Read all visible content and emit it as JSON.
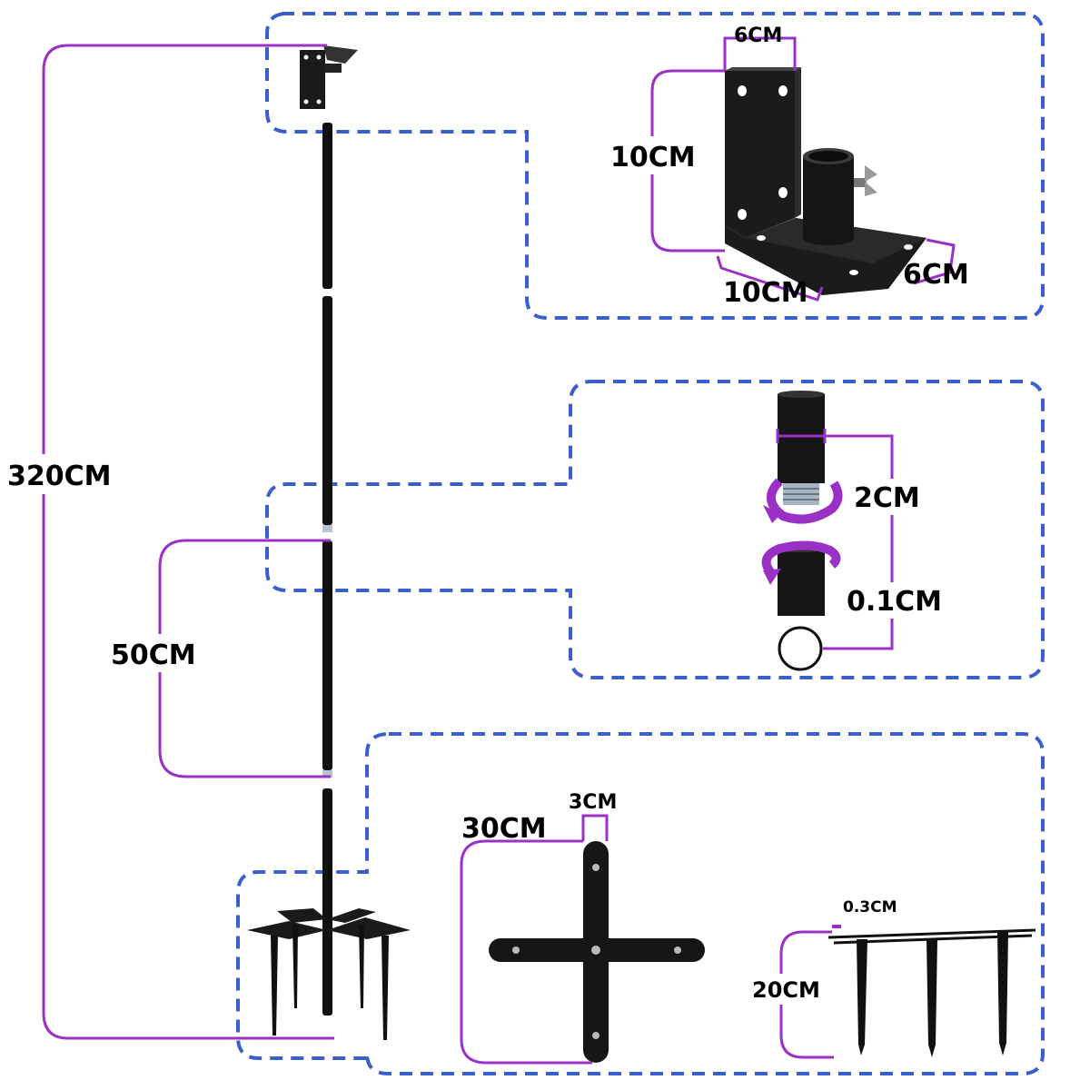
{
  "colors": {
    "dashed_box": "#3a5fcd",
    "dimension_line": "#9b30c6",
    "metal": "#111111",
    "background": "#ffffff"
  },
  "dimensions": {
    "total_height": "320CM",
    "section_length": "50CM",
    "bracket_width_top": "6CM",
    "bracket_height": "10CM",
    "bracket_base_length": "10CM",
    "bracket_base_width": "6CM",
    "tube_diameter": "2CM",
    "wall_thickness": "0.1CM",
    "plate_length": "30CM",
    "plate_width": "3CM",
    "plate_thickness": "0.3CM",
    "stake_length": "20CM"
  },
  "icons": {
    "rotate_arrow": "rotate-arrow-icon",
    "tube_cross_section": "circle-outline-icon"
  }
}
